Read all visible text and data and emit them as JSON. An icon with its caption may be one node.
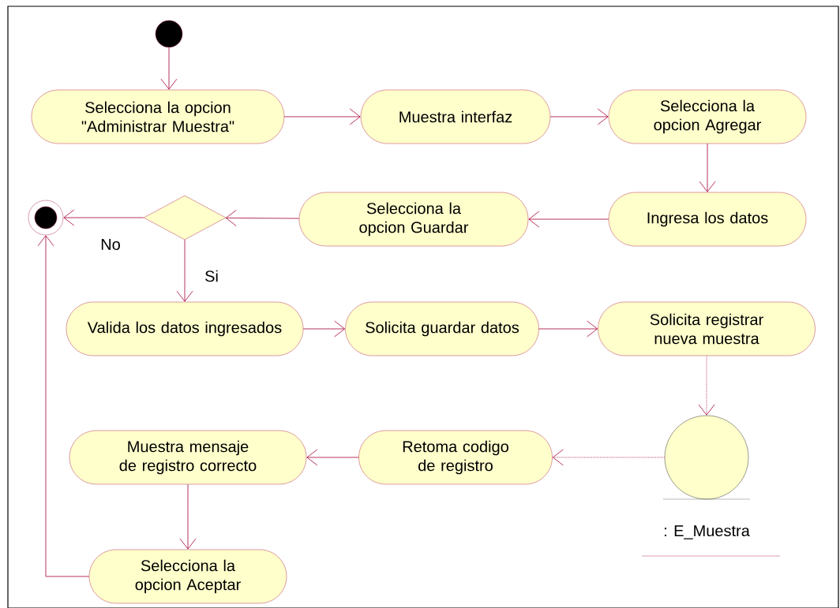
{
  "diagram": {
    "nodes": [
      {
        "text": [],
        "shape": "circle"
      },
      {
        "text": [
          "Selecciona la opcion \"Administrar Muestra\""
        ]
      },
      {
        "text": [
          "Muestra interfaz"
        ]
      },
      {
        "text": [
          "Selecciona la opcion Agregar"
        ]
      },
      {
        "text": [
          "Ingresa los datos"
        ]
      },
      {
        "text": [
          "Selecciona la opcion Guardar"
        ]
      },
      {
        "text": [],
        "shape": "diamond"
      },
      {
        "text": [],
        "shape": "circle"
      },
      {
        "text": [
          "Valida los datos ingresados"
        ]
      },
      {
        "text": [
          "Solicita guardar datos"
        ]
      },
      {
        "text": [
          "Solicita registrar nueva muestra"
        ]
      },
      {
        "text": [],
        "shape": "circle",
        "beside": [
          ": E_Muestra"
        ]
      },
      {
        "text": [
          "Retoma codigo de registro"
        ]
      },
      {
        "text": [
          "Muestra mensaje de registro correcto"
        ]
      },
      {
        "text": [
          "Selecciona la opcion Aceptar"
        ]
      }
    ],
    "edges": [
      {
        "from": 0,
        "to": 1,
        "arrow": "to"
      },
      {
        "from": 1,
        "to": 2,
        "arrow": "to"
      },
      {
        "from": 2,
        "to": 3,
        "arrow": "to"
      },
      {
        "from": 3,
        "to": 4,
        "arrow": "to"
      },
      {
        "from": 4,
        "to": 5,
        "arrow": "to"
      },
      {
        "from": 5,
        "to": 6,
        "arrow": "to"
      },
      {
        "from": 6,
        "to": 7,
        "arrow": "to",
        "label": "No"
      },
      {
        "from": 6,
        "to": 8,
        "arrow": "to",
        "label": "Si"
      },
      {
        "from": 8,
        "to": 9,
        "arrow": "to"
      },
      {
        "from": 9,
        "to": 10,
        "arrow": "to"
      },
      {
        "from": 10,
        "to": 11,
        "arrow": "to",
        "style": "dashed"
      },
      {
        "from": 11,
        "to": 12,
        "arrow": "to",
        "style": "dashed"
      },
      {
        "from": 12,
        "to": 13,
        "arrow": "to"
      },
      {
        "from": 13,
        "to": 14,
        "arrow": "to"
      },
      {
        "from": 14,
        "to": 7,
        "arrow": "to"
      }
    ]
  }
}
